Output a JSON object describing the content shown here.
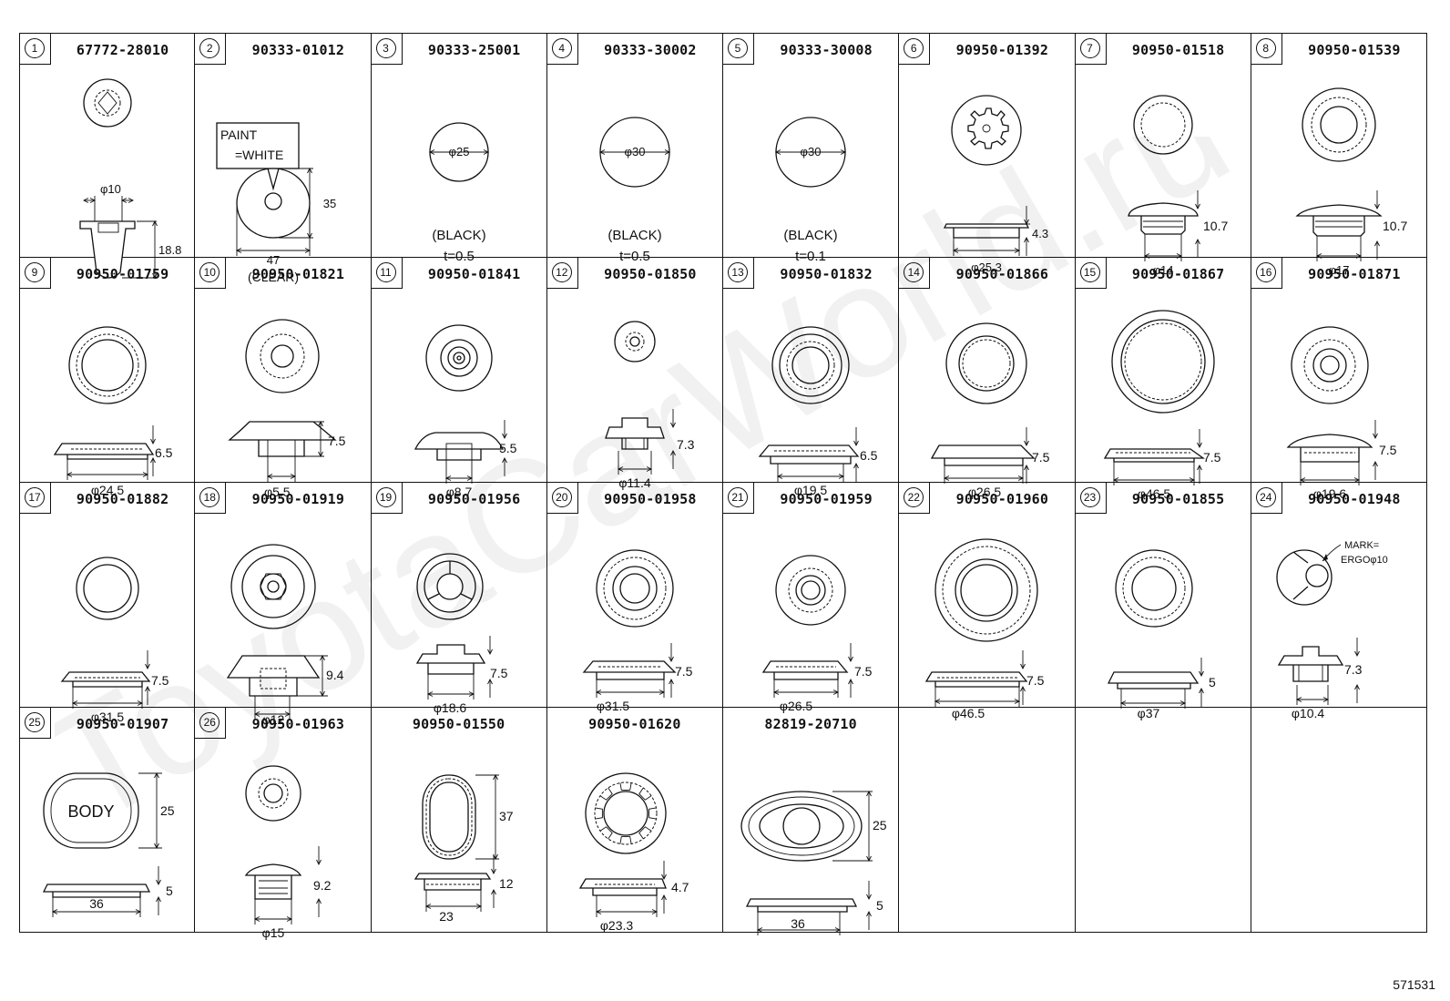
{
  "figure_code": "571531",
  "watermark": "ToyotaCarWorld.ru",
  "parts": [
    {
      "index": "1",
      "part_number": "67772-28010",
      "labels": {
        "dia": "φ10",
        "h": "18.8"
      }
    },
    {
      "index": "2",
      "part_number": "90333-01012",
      "labels": {
        "paint1": "PAINT",
        "paint2": "=WHITE",
        "h": "35",
        "w": "47",
        "note": "(CLEAR)"
      }
    },
    {
      "index": "3",
      "part_number": "90333-25001",
      "labels": {
        "dia": "φ25",
        "color": "(BLACK)",
        "t": "t=0.5"
      }
    },
    {
      "index": "4",
      "part_number": "90333-30002",
      "labels": {
        "dia": "φ30",
        "color": "(BLACK)",
        "t": "t=0.5"
      }
    },
    {
      "index": "5",
      "part_number": "90333-30008",
      "labels": {
        "dia": "φ30",
        "color": "(BLACK)",
        "t": "t=0.1"
      }
    },
    {
      "index": "6",
      "part_number": "90950-01392",
      "labels": {
        "h": "4.3",
        "dia": "φ25.3"
      }
    },
    {
      "index": "7",
      "part_number": "90950-01518",
      "labels": {
        "h": "10.7",
        "dia": "φ14"
      }
    },
    {
      "index": "8",
      "part_number": "90950-01539",
      "labels": {
        "h": "10.7",
        "dia": "φ17"
      }
    },
    {
      "index": "9",
      "part_number": "90950-01759",
      "labels": {
        "h": "6.5",
        "dia": "φ24.5"
      }
    },
    {
      "index": "10",
      "part_number": "90950-01821",
      "labels": {
        "h": "7.5",
        "dia": "φ5.5"
      }
    },
    {
      "index": "11",
      "part_number": "90950-01841",
      "labels": {
        "h": "5.5",
        "dia": "φ8.7"
      }
    },
    {
      "index": "12",
      "part_number": "90950-01850",
      "labels": {
        "h": "7.3",
        "dia": "φ11.4"
      }
    },
    {
      "index": "13",
      "part_number": "90950-01832",
      "labels": {
        "h": "6.5",
        "dia": "φ19.5"
      }
    },
    {
      "index": "14",
      "part_number": "90950-01866",
      "labels": {
        "h": "7.5",
        "dia": "φ26.5"
      }
    },
    {
      "index": "15",
      "part_number": "90950-01867",
      "labels": {
        "h": "7.5",
        "dia": "φ46.5"
      }
    },
    {
      "index": "16",
      "part_number": "90950-01871",
      "labels": {
        "h": "7.5",
        "dia": "φ19.6"
      }
    },
    {
      "index": "17",
      "part_number": "90950-01882",
      "labels": {
        "h": "7.5",
        "dia": "φ31.5"
      }
    },
    {
      "index": "18",
      "part_number": "90950-01919",
      "labels": {
        "h": "9.4",
        "dia": "φ12"
      }
    },
    {
      "index": "19",
      "part_number": "90950-01956",
      "labels": {
        "h": "7.5",
        "dia": "φ18.6"
      }
    },
    {
      "index": "20",
      "part_number": "90950-01958",
      "labels": {
        "h": "7.5",
        "dia": "φ31.5"
      }
    },
    {
      "index": "21",
      "part_number": "90950-01959",
      "labels": {
        "h": "7.5",
        "dia": "φ26.5"
      }
    },
    {
      "index": "22",
      "part_number": "90950-01960",
      "labels": {
        "h": "7.5",
        "dia": "φ46.5"
      }
    },
    {
      "index": "23",
      "part_number": "90950-01855",
      "labels": {
        "h": "5",
        "dia": "φ37"
      }
    },
    {
      "index": "24",
      "part_number": "90950-01948",
      "labels": {
        "h": "7.3",
        "dia": "φ10.4",
        "mark1": "MARK=",
        "mark2": "ERGOφ10"
      }
    },
    {
      "index": "25",
      "part_number": "90950-01907",
      "labels": {
        "text": "BODY",
        "h": "25",
        "t": "5",
        "w": "36"
      }
    },
    {
      "index": "26",
      "part_number": "90950-01963",
      "labels": {
        "h": "9.2",
        "dia": "φ15"
      }
    },
    {
      "index": "",
      "part_number": "90950-01550",
      "labels": {
        "h": "37",
        "t": "12",
        "w": "23"
      }
    },
    {
      "index": "",
      "part_number": "90950-01620",
      "labels": {
        "h": "4.7",
        "dia": "φ23.3"
      }
    },
    {
      "index": "",
      "part_number": "82819-20710",
      "labels": {
        "h": "25",
        "t": "5",
        "w": "36"
      }
    }
  ]
}
